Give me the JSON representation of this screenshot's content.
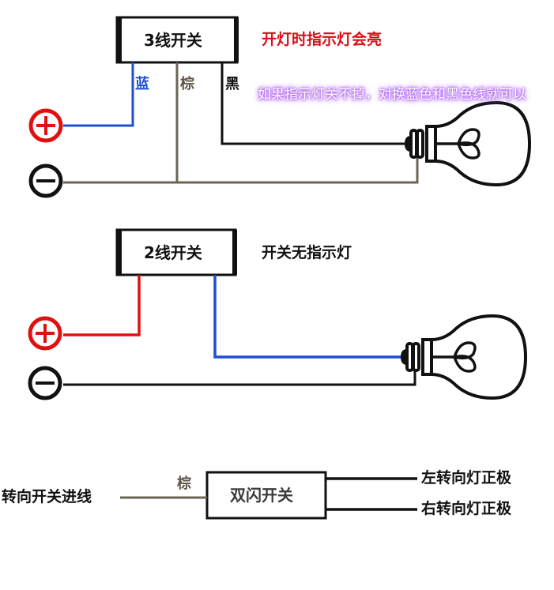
{
  "colors": {
    "blue_wire": "#1f4fd0",
    "brown_wire": "#6b6552",
    "black_wire": "#111111",
    "red_wire": "#e01010",
    "positive_symbol": "#e01010",
    "negative_symbol": "#111111",
    "red_note": "#d8101a",
    "purple_glow": "#b060f0"
  },
  "diagram1": {
    "switch_label": "3线开关",
    "note": "开灯时指示灯会亮",
    "tip": "如果指示灯关不掉，对换蓝色和黑色线就可以",
    "wire_labels": {
      "blue": "蓝",
      "brown": "棕",
      "black": "黑"
    },
    "positive_icon": "plus-circle-icon",
    "negative_icon": "minus-circle-icon",
    "load_icon": "light-bulb-icon"
  },
  "diagram2": {
    "switch_label": "2线开关",
    "note": "开关无指示灯",
    "positive_icon": "plus-circle-icon",
    "negative_icon": "minus-circle-icon",
    "load_icon": "light-bulb-icon"
  },
  "diagram3": {
    "switch_label": "双闪开关",
    "input_label": "转向开关进线",
    "input_wire_label": "棕",
    "outputs": [
      "左转向灯正极",
      "右转向灯正极"
    ]
  }
}
